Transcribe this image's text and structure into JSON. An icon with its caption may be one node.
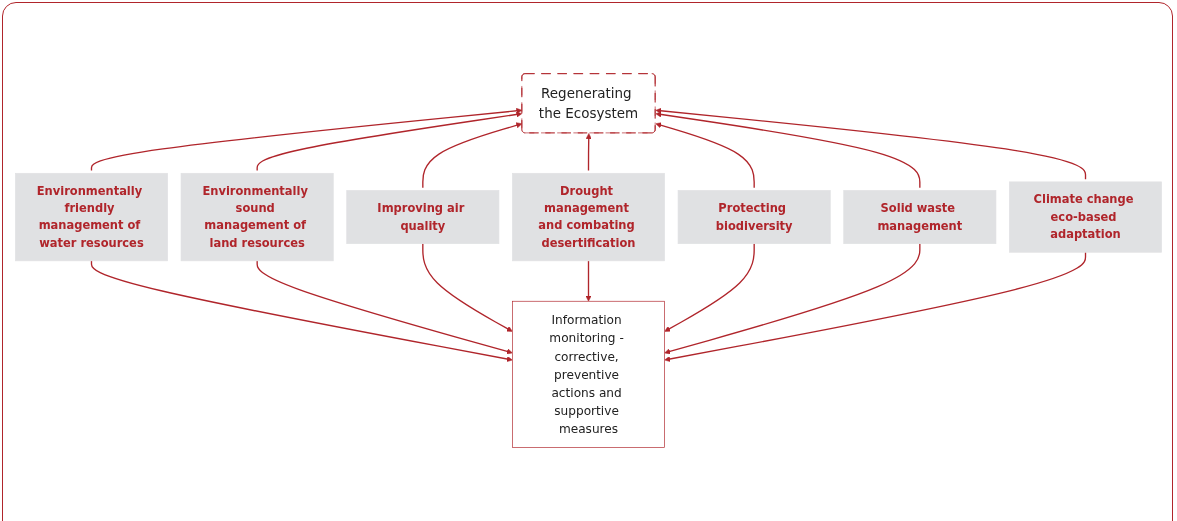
{
  "diagram": {
    "nodes": [
      {
        "text": [
          "Regenerating the Ecosystem"
        ]
      },
      {
        "text": [
          "Environmentally friendly management of water resources"
        ]
      },
      {
        "text": [
          "Environmentally sound management of land resources"
        ]
      },
      {
        "text": [
          "Improving air quality"
        ]
      },
      {
        "text": [
          "Drought management and combating desertification"
        ]
      },
      {
        "text": [
          "Protecting biodiversity"
        ]
      },
      {
        "text": [
          "Solid waste management"
        ]
      },
      {
        "text": [
          "Climate change eco-based adaptation"
        ]
      },
      {
        "text": [
          "Information monitoring - corrective, preventive actions and supportive measures"
        ]
      }
    ],
    "edges": [
      {
        "from": 1,
        "to": 0,
        "arrow": "to"
      },
      {
        "from": 2,
        "to": 0,
        "arrow": "to"
      },
      {
        "from": 3,
        "to": 0,
        "arrow": "to"
      },
      {
        "from": 4,
        "to": 0,
        "arrow": "to"
      },
      {
        "from": 5,
        "to": 0,
        "arrow": "to"
      },
      {
        "from": 6,
        "to": 0,
        "arrow": "to"
      },
      {
        "from": 7,
        "to": 0,
        "arrow": "to"
      },
      {
        "from": 1,
        "to": 8,
        "arrow": "to"
      },
      {
        "from": 2,
        "to": 8,
        "arrow": "to"
      },
      {
        "from": 3,
        "to": 8,
        "arrow": "to"
      },
      {
        "from": 4,
        "to": 8,
        "arrow": "to"
      },
      {
        "from": 5,
        "to": 8,
        "arrow": "to"
      },
      {
        "from": 6,
        "to": 8,
        "arrow": "to"
      },
      {
        "from": 7,
        "to": 8,
        "arrow": "to"
      }
    ]
  }
}
